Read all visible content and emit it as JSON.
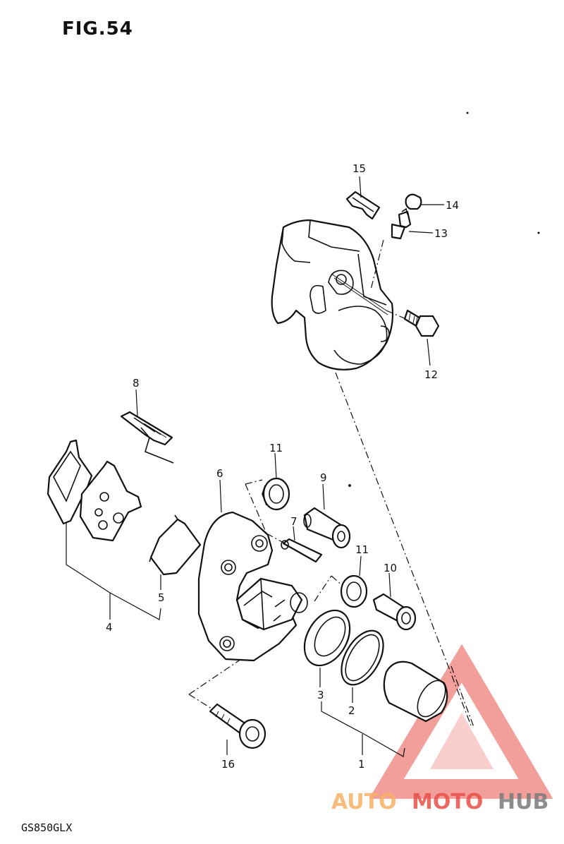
{
  "figure": {
    "title": "FIG.54",
    "model": "GS850GLX"
  },
  "callouts": [
    {
      "id": "15",
      "text": "15"
    },
    {
      "id": "14",
      "text": "14"
    },
    {
      "id": "13",
      "text": "13"
    },
    {
      "id": "12",
      "text": "12"
    },
    {
      "id": "8",
      "text": "8"
    },
    {
      "id": "11a",
      "text": "11"
    },
    {
      "id": "6",
      "text": "6"
    },
    {
      "id": "9",
      "text": "9"
    },
    {
      "id": "7",
      "text": "7"
    },
    {
      "id": "11b",
      "text": "11"
    },
    {
      "id": "10",
      "text": "10"
    },
    {
      "id": "5",
      "text": "5"
    },
    {
      "id": "4",
      "text": "4"
    },
    {
      "id": "3",
      "text": "3"
    },
    {
      "id": "2",
      "text": "2"
    },
    {
      "id": "1",
      "text": "1"
    },
    {
      "id": "16",
      "text": "16"
    }
  ],
  "watermark": {
    "part1": "AUTO",
    "part2": "MOTO",
    "part3": "HUB",
    "color_orange": "#f7b267",
    "color_red": "#e8514a",
    "color_gray": "#7a7a7a"
  }
}
